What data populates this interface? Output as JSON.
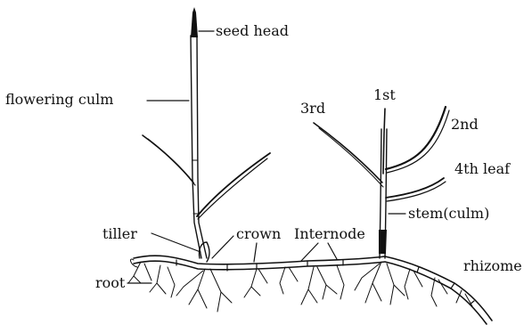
{
  "diagram": {
    "labels": {
      "seed_head": "seed head",
      "flowering_culm": "flowering culm",
      "third": "3rd",
      "first": "1st",
      "second": "2nd",
      "fourth_leaf": "4th leaf",
      "stem_culm": "stem(culm)",
      "tiller": "tiller",
      "crown": "crown",
      "internode": "Internode",
      "rhizome": "rhizome",
      "root": "root"
    }
  }
}
